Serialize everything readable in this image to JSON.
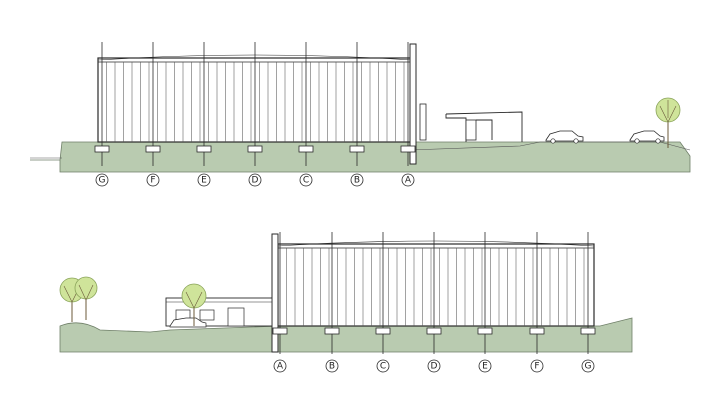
{
  "colors": {
    "ground": "#b9cbb0",
    "ground_edge": "#6f7f68",
    "line": "#2a2a2a",
    "thin": "#555555",
    "foliage": "#cfe49a",
    "trunk": "#6b5a3a",
    "grass": "#c9c36a"
  },
  "elevations": [
    {
      "grid_labels": [
        "G",
        "F",
        "E",
        "D",
        "C",
        "B",
        "A"
      ]
    },
    {
      "grid_labels": [
        "A",
        "B",
        "C",
        "D",
        "E",
        "F",
        "G"
      ]
    }
  ]
}
